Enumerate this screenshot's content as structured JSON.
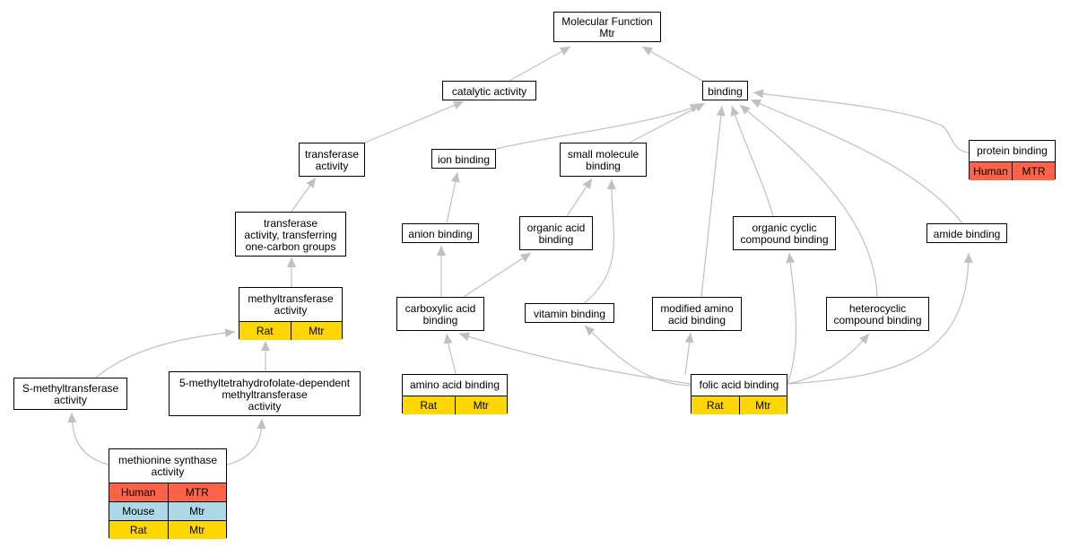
{
  "colors": {
    "edge": "#c0c0c0",
    "human": "#ff6347",
    "mouse": "#add8e6",
    "rat": "#ffd700"
  },
  "nodes": {
    "molecular_function": {
      "label": "Molecular Function\nMtr",
      "rows": []
    },
    "catalytic_activity": {
      "label": "catalytic activity",
      "rows": []
    },
    "binding": {
      "label": "binding",
      "rows": []
    },
    "transferase_activity": {
      "label": "transferase\nactivity",
      "rows": []
    },
    "ion_binding": {
      "label": "ion binding",
      "rows": []
    },
    "small_molecule_binding": {
      "label": "small molecule\nbinding",
      "rows": []
    },
    "protein_binding": {
      "label": "protein binding",
      "rows": [
        {
          "species": "Human",
          "gene": "MTR",
          "color": "human"
        }
      ]
    },
    "transferase_one_carbon": {
      "label": "transferase\nactivity, transferring\none-carbon groups",
      "rows": []
    },
    "anion_binding": {
      "label": "anion binding",
      "rows": []
    },
    "organic_acid_binding": {
      "label": "organic acid\nbinding",
      "rows": []
    },
    "organic_cyclic": {
      "label": "organic cyclic\ncompound binding",
      "rows": []
    },
    "amide_binding": {
      "label": "amide binding",
      "rows": []
    },
    "methyltransferase": {
      "label": "methyltransferase\nactivity",
      "rows": [
        {
          "species": "Rat",
          "gene": "Mtr",
          "color": "rat"
        }
      ]
    },
    "carboxylic_acid_binding": {
      "label": "carboxylic acid\nbinding",
      "rows": []
    },
    "vitamin_binding": {
      "label": "vitamin binding",
      "rows": []
    },
    "modified_amino_acid": {
      "label": "modified amino\nacid binding",
      "rows": []
    },
    "heterocyclic": {
      "label": "heterocyclic\ncompound binding",
      "rows": []
    },
    "s_methyltransferase": {
      "label": "S-methyltransferase\nactivity",
      "rows": []
    },
    "five_methyl": {
      "label": "5-methyltetrahydrofolate-dependent\nmethyltransferase\nactivity",
      "rows": []
    },
    "amino_acid_binding": {
      "label": "amino acid binding",
      "rows": [
        {
          "species": "Rat",
          "gene": "Mtr",
          "color": "rat"
        }
      ]
    },
    "folic_acid_binding": {
      "label": "folic acid binding",
      "rows": [
        {
          "species": "Rat",
          "gene": "Mtr",
          "color": "rat"
        }
      ]
    },
    "methionine_synthase": {
      "label": "methionine synthase\nactivity",
      "rows": [
        {
          "species": "Human",
          "gene": "MTR",
          "color": "human"
        },
        {
          "species": "Mouse",
          "gene": "Mtr",
          "color": "mouse"
        },
        {
          "species": "Rat",
          "gene": "Mtr",
          "color": "rat"
        }
      ]
    }
  }
}
